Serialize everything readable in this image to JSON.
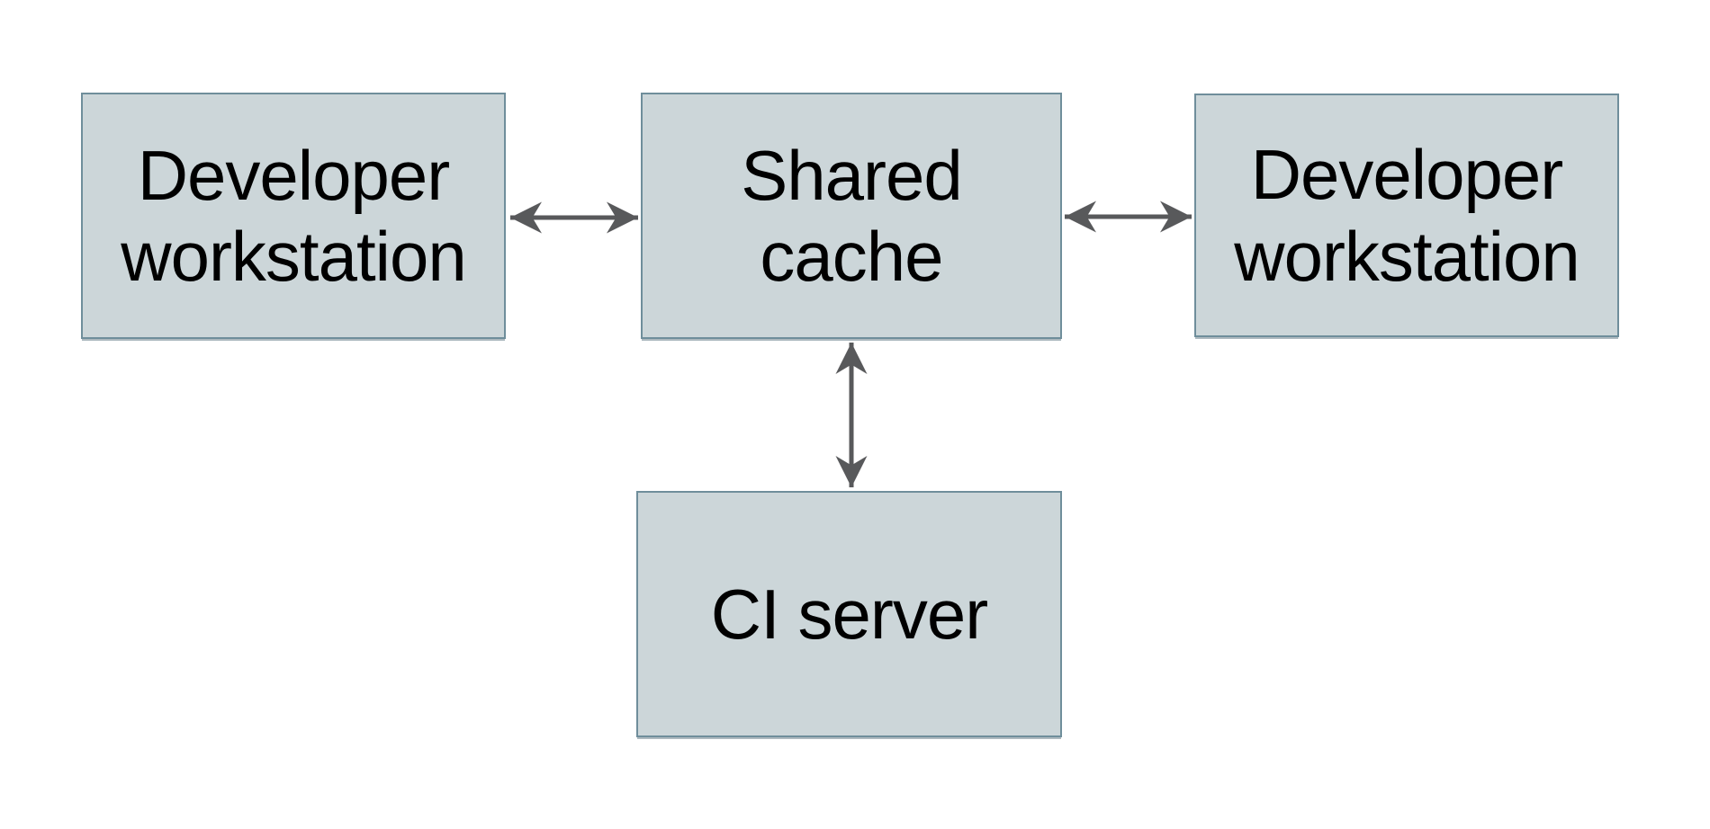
{
  "diagram": {
    "nodes": [
      {
        "id": "developer-workstation-left",
        "label": "Developer\nworkstation"
      },
      {
        "id": "shared-cache",
        "label": "Shared\ncache"
      },
      {
        "id": "developer-workstation-right",
        "label": "Developer\nworkstation"
      },
      {
        "id": "ci-server",
        "label": "CI server"
      }
    ],
    "edges": [
      {
        "from": "developer-workstation-left",
        "to": "shared-cache",
        "type": "bidirectional"
      },
      {
        "from": "shared-cache",
        "to": "developer-workstation-right",
        "type": "bidirectional"
      },
      {
        "from": "shared-cache",
        "to": "ci-server",
        "type": "bidirectional"
      }
    ],
    "colors": {
      "background": "#ffffff",
      "node_fill": "#ccd6d9",
      "node_border": "#6f8e9b",
      "arrow": "#58595b",
      "text": "#000000"
    }
  }
}
